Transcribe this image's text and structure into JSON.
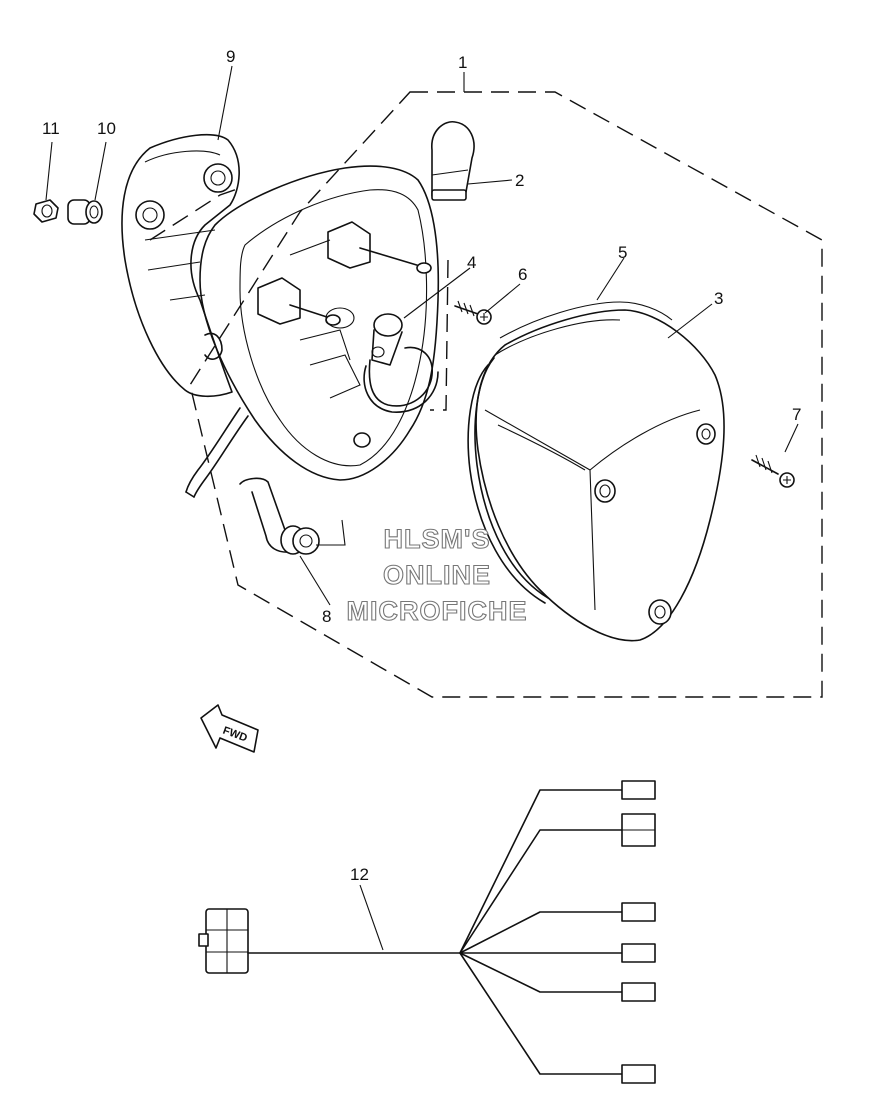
{
  "callouts": {
    "c1": "1",
    "c2": "2",
    "c3": "3",
    "c4": "4",
    "c5": "5",
    "c6": "6",
    "c7": "7",
    "c8": "8",
    "c9": "9",
    "c10": "10",
    "c11": "11",
    "c12": "12"
  },
  "direction_label": "FWD",
  "watermark": {
    "line1": "HLSM'S",
    "line2": "ONLINE",
    "line3": "MICROFICHE"
  }
}
